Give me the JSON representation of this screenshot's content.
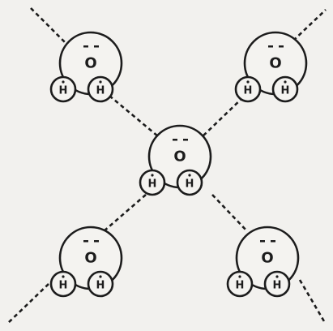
{
  "diagram": {
    "molecules": [
      {
        "id": "top-left",
        "oxygen": "O",
        "hydrogens": [
          "H",
          "H"
        ]
      },
      {
        "id": "top-right",
        "oxygen": "O",
        "hydrogens": [
          "H",
          "H"
        ]
      },
      {
        "id": "center",
        "oxygen": "O",
        "hydrogens": [
          "H",
          "H"
        ]
      },
      {
        "id": "bottom-left",
        "oxygen": "O",
        "hydrogens": [
          "H",
          "H"
        ]
      },
      {
        "id": "bottom-right",
        "oxygen": "O",
        "hydrogens": [
          "H",
          "H"
        ]
      }
    ],
    "hydrogen_bond_style": "dashed",
    "colors": {
      "line": "#1c1c1c",
      "paper": "#f2f1ee"
    }
  }
}
